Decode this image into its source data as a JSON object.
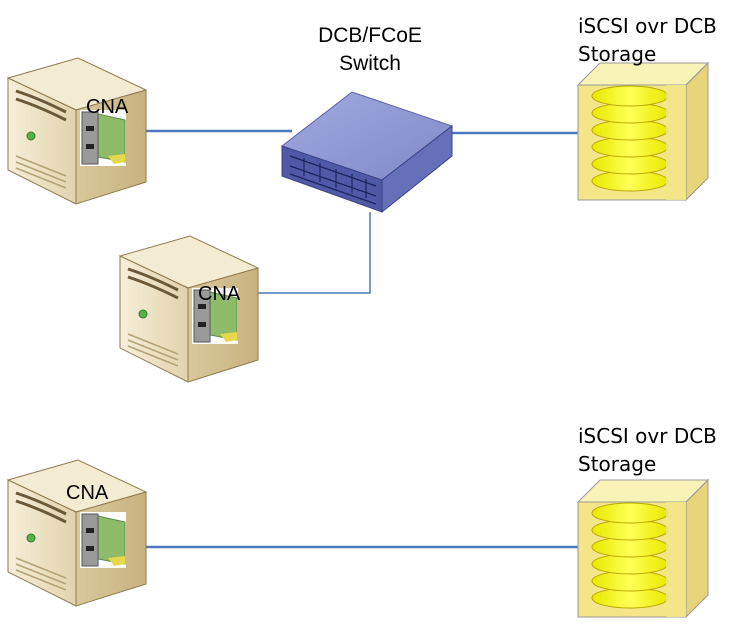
{
  "switch": {
    "label_line1": "DCB/FCoE",
    "label_line2": "Switch"
  },
  "servers": [
    {
      "cna_label": "CNA"
    },
    {
      "cna_label": "CNA"
    },
    {
      "cna_label": "CNA"
    }
  ],
  "storage": [
    {
      "label_line1": "iSCSI ovr DCB",
      "label_line2": "Storage"
    },
    {
      "label_line1": "iSCSI ovr DCB",
      "label_line2": "Storage"
    }
  ],
  "colors": {
    "link": "#4a78b8",
    "server_body": "#efe4c8",
    "switch_body": "#7d86c6",
    "storage_disk": "#ffff33",
    "storage_frame": "#f2e48a"
  }
}
